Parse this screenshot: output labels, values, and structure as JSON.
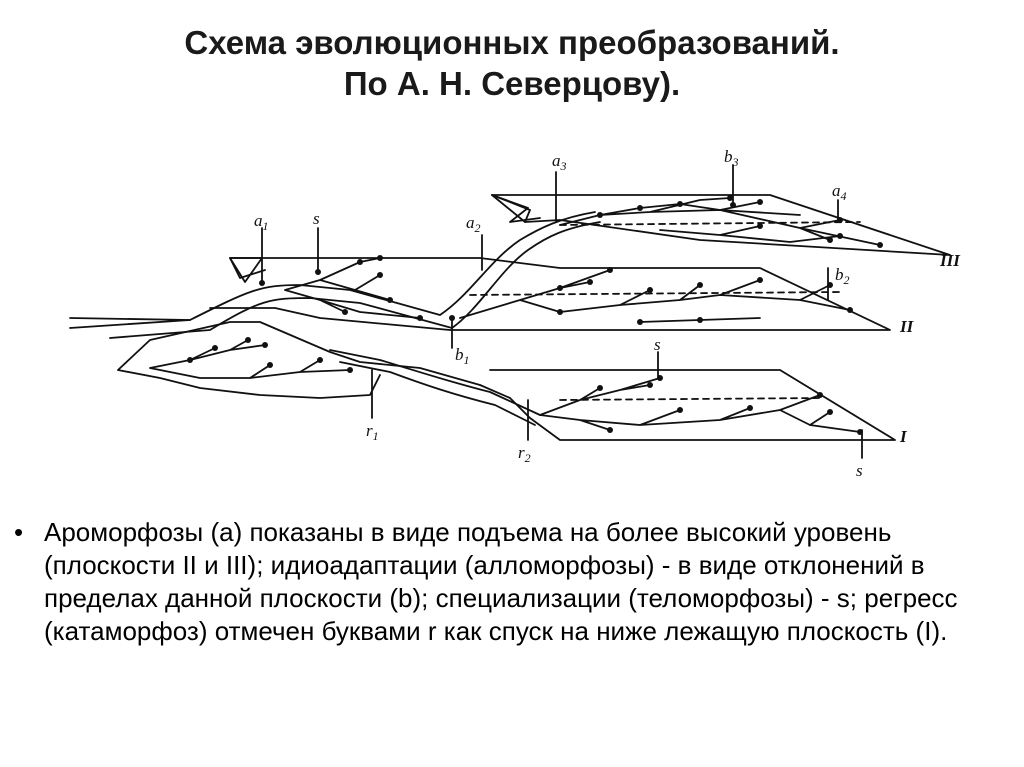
{
  "title": {
    "line1": "Схема эволюционных преобразований.",
    "line2": "По А. Н. Северцову)."
  },
  "diagram": {
    "labels": {
      "a1": "a",
      "a1_sub": "1",
      "a2": "a",
      "a2_sub": "2",
      "a3": "a",
      "a3_sub": "3",
      "a4": "a",
      "a4_sub": "4",
      "b1": "b",
      "b1_sub": "1",
      "b2": "b",
      "b2_sub": "2",
      "b3": "b",
      "b3_sub": "3",
      "r1": "r",
      "r1_sub": "1",
      "r2": "r",
      "r2_sub": "2",
      "s_top": "s",
      "s_mid": "s",
      "s_bottom": "s",
      "plane1": "I",
      "plane2": "II",
      "plane3": "III"
    }
  },
  "bullet_char": "•",
  "paragraph": "Ароморфозы (a) показаны в виде подъема на более высокий уровень (плоскости II и III); идиоадаптации (алломорфозы) - в виде отклонений в пределах данной плоскости (b); специализации (теломорфозы) - s; регресс (катаморфоз) отмечен буквами  r как спуск на ниже лежащую плоскость (I)."
}
